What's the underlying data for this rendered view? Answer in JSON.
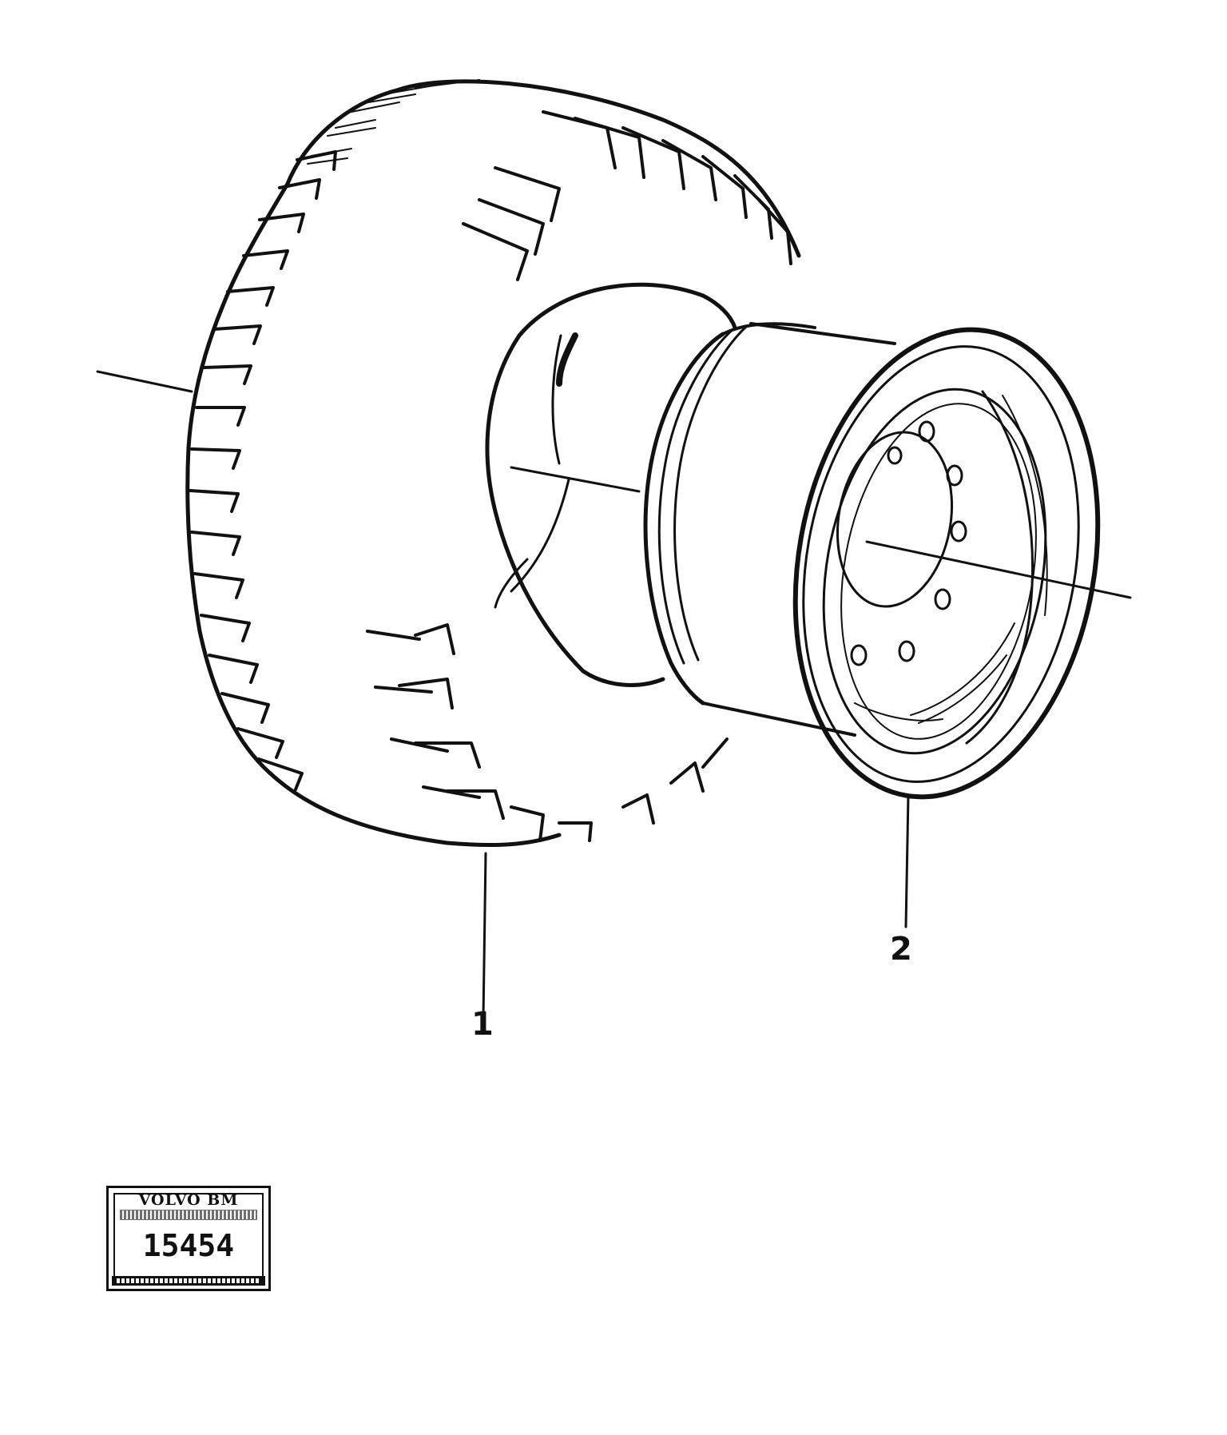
{
  "diagram": {
    "callouts": [
      {
        "id": "1",
        "label": "1",
        "part": "tyre"
      },
      {
        "id": "2",
        "label": "2",
        "part": "rim"
      }
    ]
  },
  "stamp": {
    "brand": "VOLVO BM",
    "number": "15454"
  },
  "colors": {
    "ink": "#111111",
    "paper": "#ffffff"
  }
}
